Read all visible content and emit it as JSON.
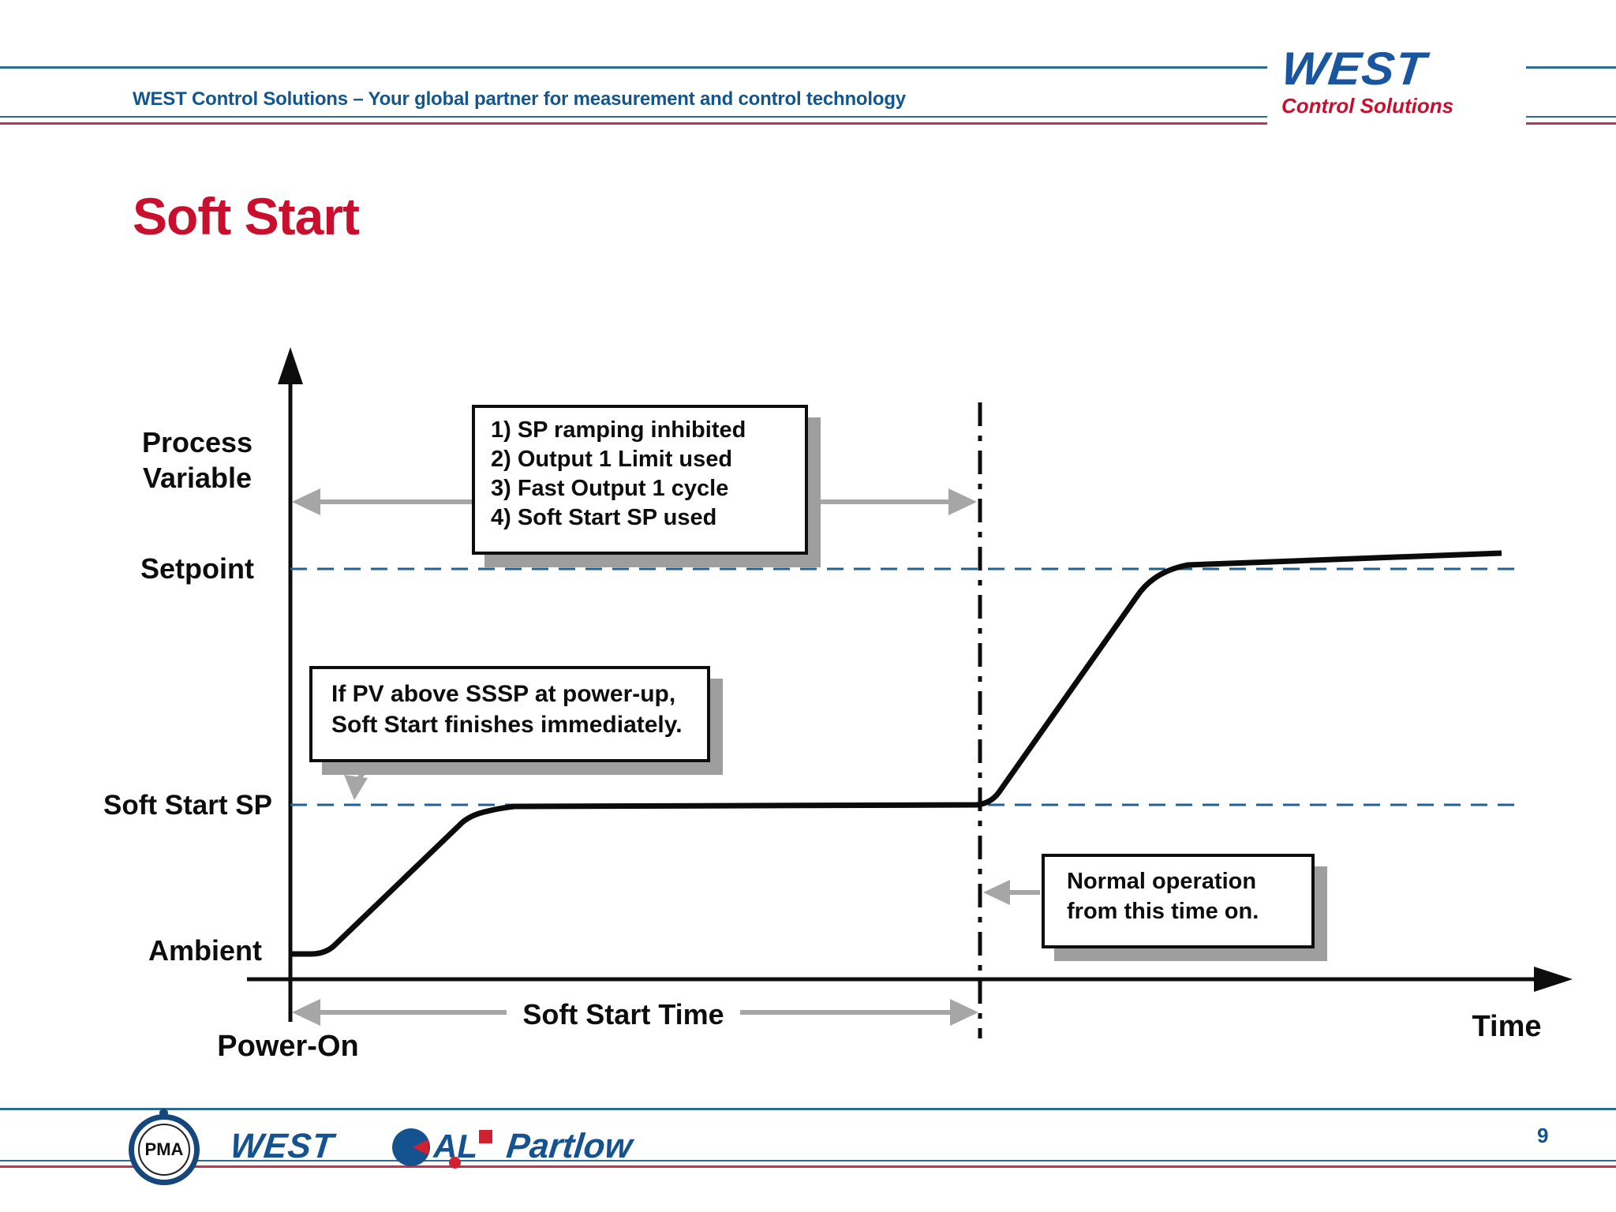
{
  "header": {
    "tagline": "WEST Control Solutions – Your global partner for measurement and control technology",
    "logo": {
      "brand": "WEST",
      "sub": "Control Solutions"
    }
  },
  "title": "Soft Start",
  "diagram": {
    "labels": {
      "process_line1": "Process",
      "process_line2": "Variable",
      "setpoint": "Setpoint",
      "soft_start_sp": "Soft Start SP",
      "ambient": "Ambient",
      "power_on": "Power-On",
      "soft_start_time": "Soft Start Time",
      "time": "Time"
    },
    "callouts": {
      "soft_start_actions": [
        "1) SP ramping inhibited",
        "2) Output 1 Limit used",
        "3) Fast Output 1 cycle",
        "4) Soft Start SP used"
      ],
      "pv_above": [
        "If PV above SSSP at power-up,",
        "Soft Start finishes immediately."
      ],
      "normal_operation": [
        "Normal operation",
        "from this time on."
      ]
    },
    "curve": {
      "type": "line",
      "x_axis": "Time",
      "y_axis": "Process Variable",
      "levels": [
        "Ambient",
        "Soft Start SP",
        "Setpoint"
      ],
      "segments": [
        "At Power-On the PV starts at Ambient and ramps up to the Soft Start SP",
        "PV holds at Soft Start SP for the duration of the Soft Start Time",
        "At the end of Soft Start Time the PV ramps up to the Setpoint",
        "PV remains at Setpoint — normal operation from this time on"
      ]
    },
    "colors": {
      "curve": "#0b0b0b",
      "dashed_level_lines": "#24618f",
      "gray_arrows": "#a6a6a6",
      "callout_shadow": "#9e9e9e"
    }
  },
  "footer": {
    "pma": "PMA",
    "west": "WEST",
    "cal_letters": "AL",
    "partlow": "Partlow",
    "page_number": "9"
  },
  "colors": {
    "title_red": "#c8102e",
    "header_blue": "#14568c",
    "rule_blue": "#2e6b93",
    "rule_red": "#c4314b",
    "logo_blue": "#14538f"
  }
}
